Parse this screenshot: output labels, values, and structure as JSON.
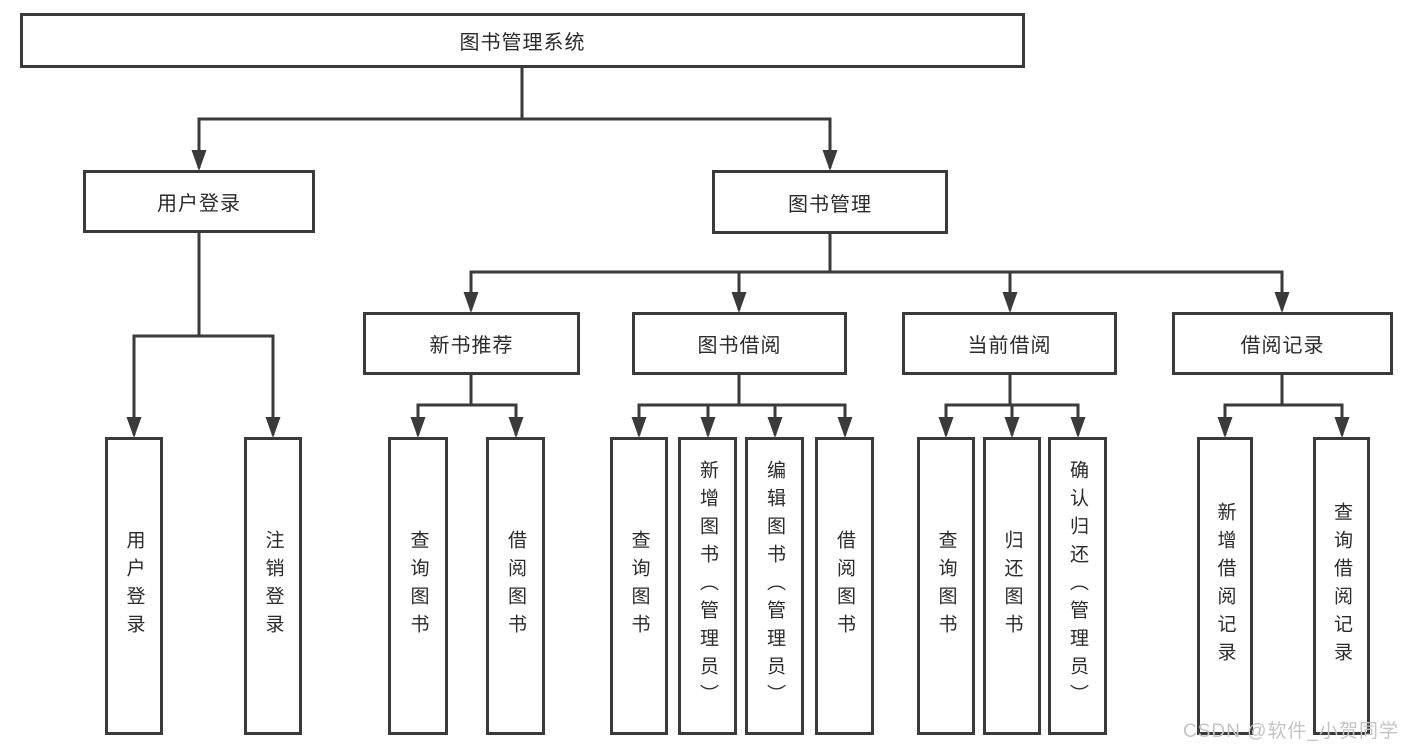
{
  "diagram": {
    "title": "图书管理系统",
    "branches": [
      {
        "id": "user-login",
        "label": "用户登录"
      },
      {
        "id": "book-management",
        "label": "图书管理"
      }
    ],
    "sections": [
      {
        "id": "new-book-recommend",
        "label": "新书推荐"
      },
      {
        "id": "book-borrowing",
        "label": "图书借阅"
      },
      {
        "id": "current-borrowing",
        "label": "当前借阅"
      },
      {
        "id": "borrowing-records",
        "label": "借阅记录"
      }
    ],
    "leaves": {
      "user": [
        {
          "label": "用户登录"
        },
        {
          "label": "注销登录"
        }
      ],
      "recommend": [
        {
          "label": "查询图书"
        },
        {
          "label": "借阅图书"
        }
      ],
      "borrow": [
        {
          "label": "查询图书"
        },
        {
          "label": "新增图书（管理员）"
        },
        {
          "label": "编辑图书（管理员）"
        },
        {
          "label": "借阅图书"
        }
      ],
      "current": [
        {
          "label": "查询图书"
        },
        {
          "label": "归还图书"
        },
        {
          "label": "确认归还（管理员）"
        }
      ],
      "records": [
        {
          "label": "新增借阅记录"
        },
        {
          "label": "查询借阅记录"
        }
      ]
    }
  },
  "watermark": "CSDN @软件_小贺同学",
  "colors": {
    "line": "#3a3a3a",
    "box_border": "#3a3a3a",
    "text": "#2b2b2b",
    "watermark": "#c4c4c4",
    "background": "#ffffff"
  }
}
